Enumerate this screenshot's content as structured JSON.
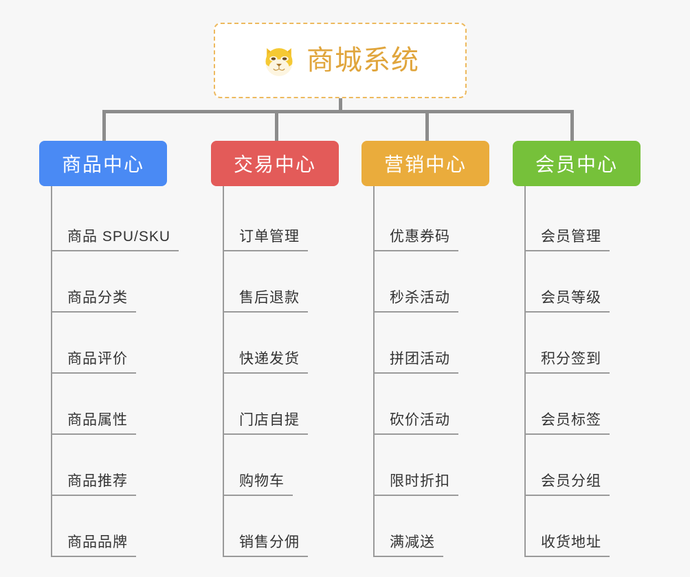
{
  "background_color": "#f7f7f7",
  "root": {
    "title": "商城系统",
    "icon": "shiba-dog-face-icon",
    "title_color": "#e0a53c",
    "border_color": "#edb95e"
  },
  "columns": [
    {
      "id": "product-center",
      "label": "商品中心",
      "color": "#4a8af4",
      "items": [
        "商品 SPU/SKU",
        "商品分类",
        "商品评价",
        "商品属性",
        "商品推荐",
        "商品品牌"
      ]
    },
    {
      "id": "trade-center",
      "label": "交易中心",
      "color": "#e35b59",
      "items": [
        "订单管理",
        "售后退款",
        "快递发货",
        "门店自提",
        "购物车",
        "销售分佣"
      ]
    },
    {
      "id": "marketing-center",
      "label": "营销中心",
      "color": "#eaac3c",
      "items": [
        "优惠券码",
        "秒杀活动",
        "拼团活动",
        "砍价活动",
        "限时折扣",
        "满减送"
      ]
    },
    {
      "id": "member-center",
      "label": "会员中心",
      "color": "#76c13a",
      "items": [
        "会员管理",
        "会员等级",
        "积分签到",
        "会员标签",
        "会员分组",
        "收货地址"
      ]
    }
  ]
}
